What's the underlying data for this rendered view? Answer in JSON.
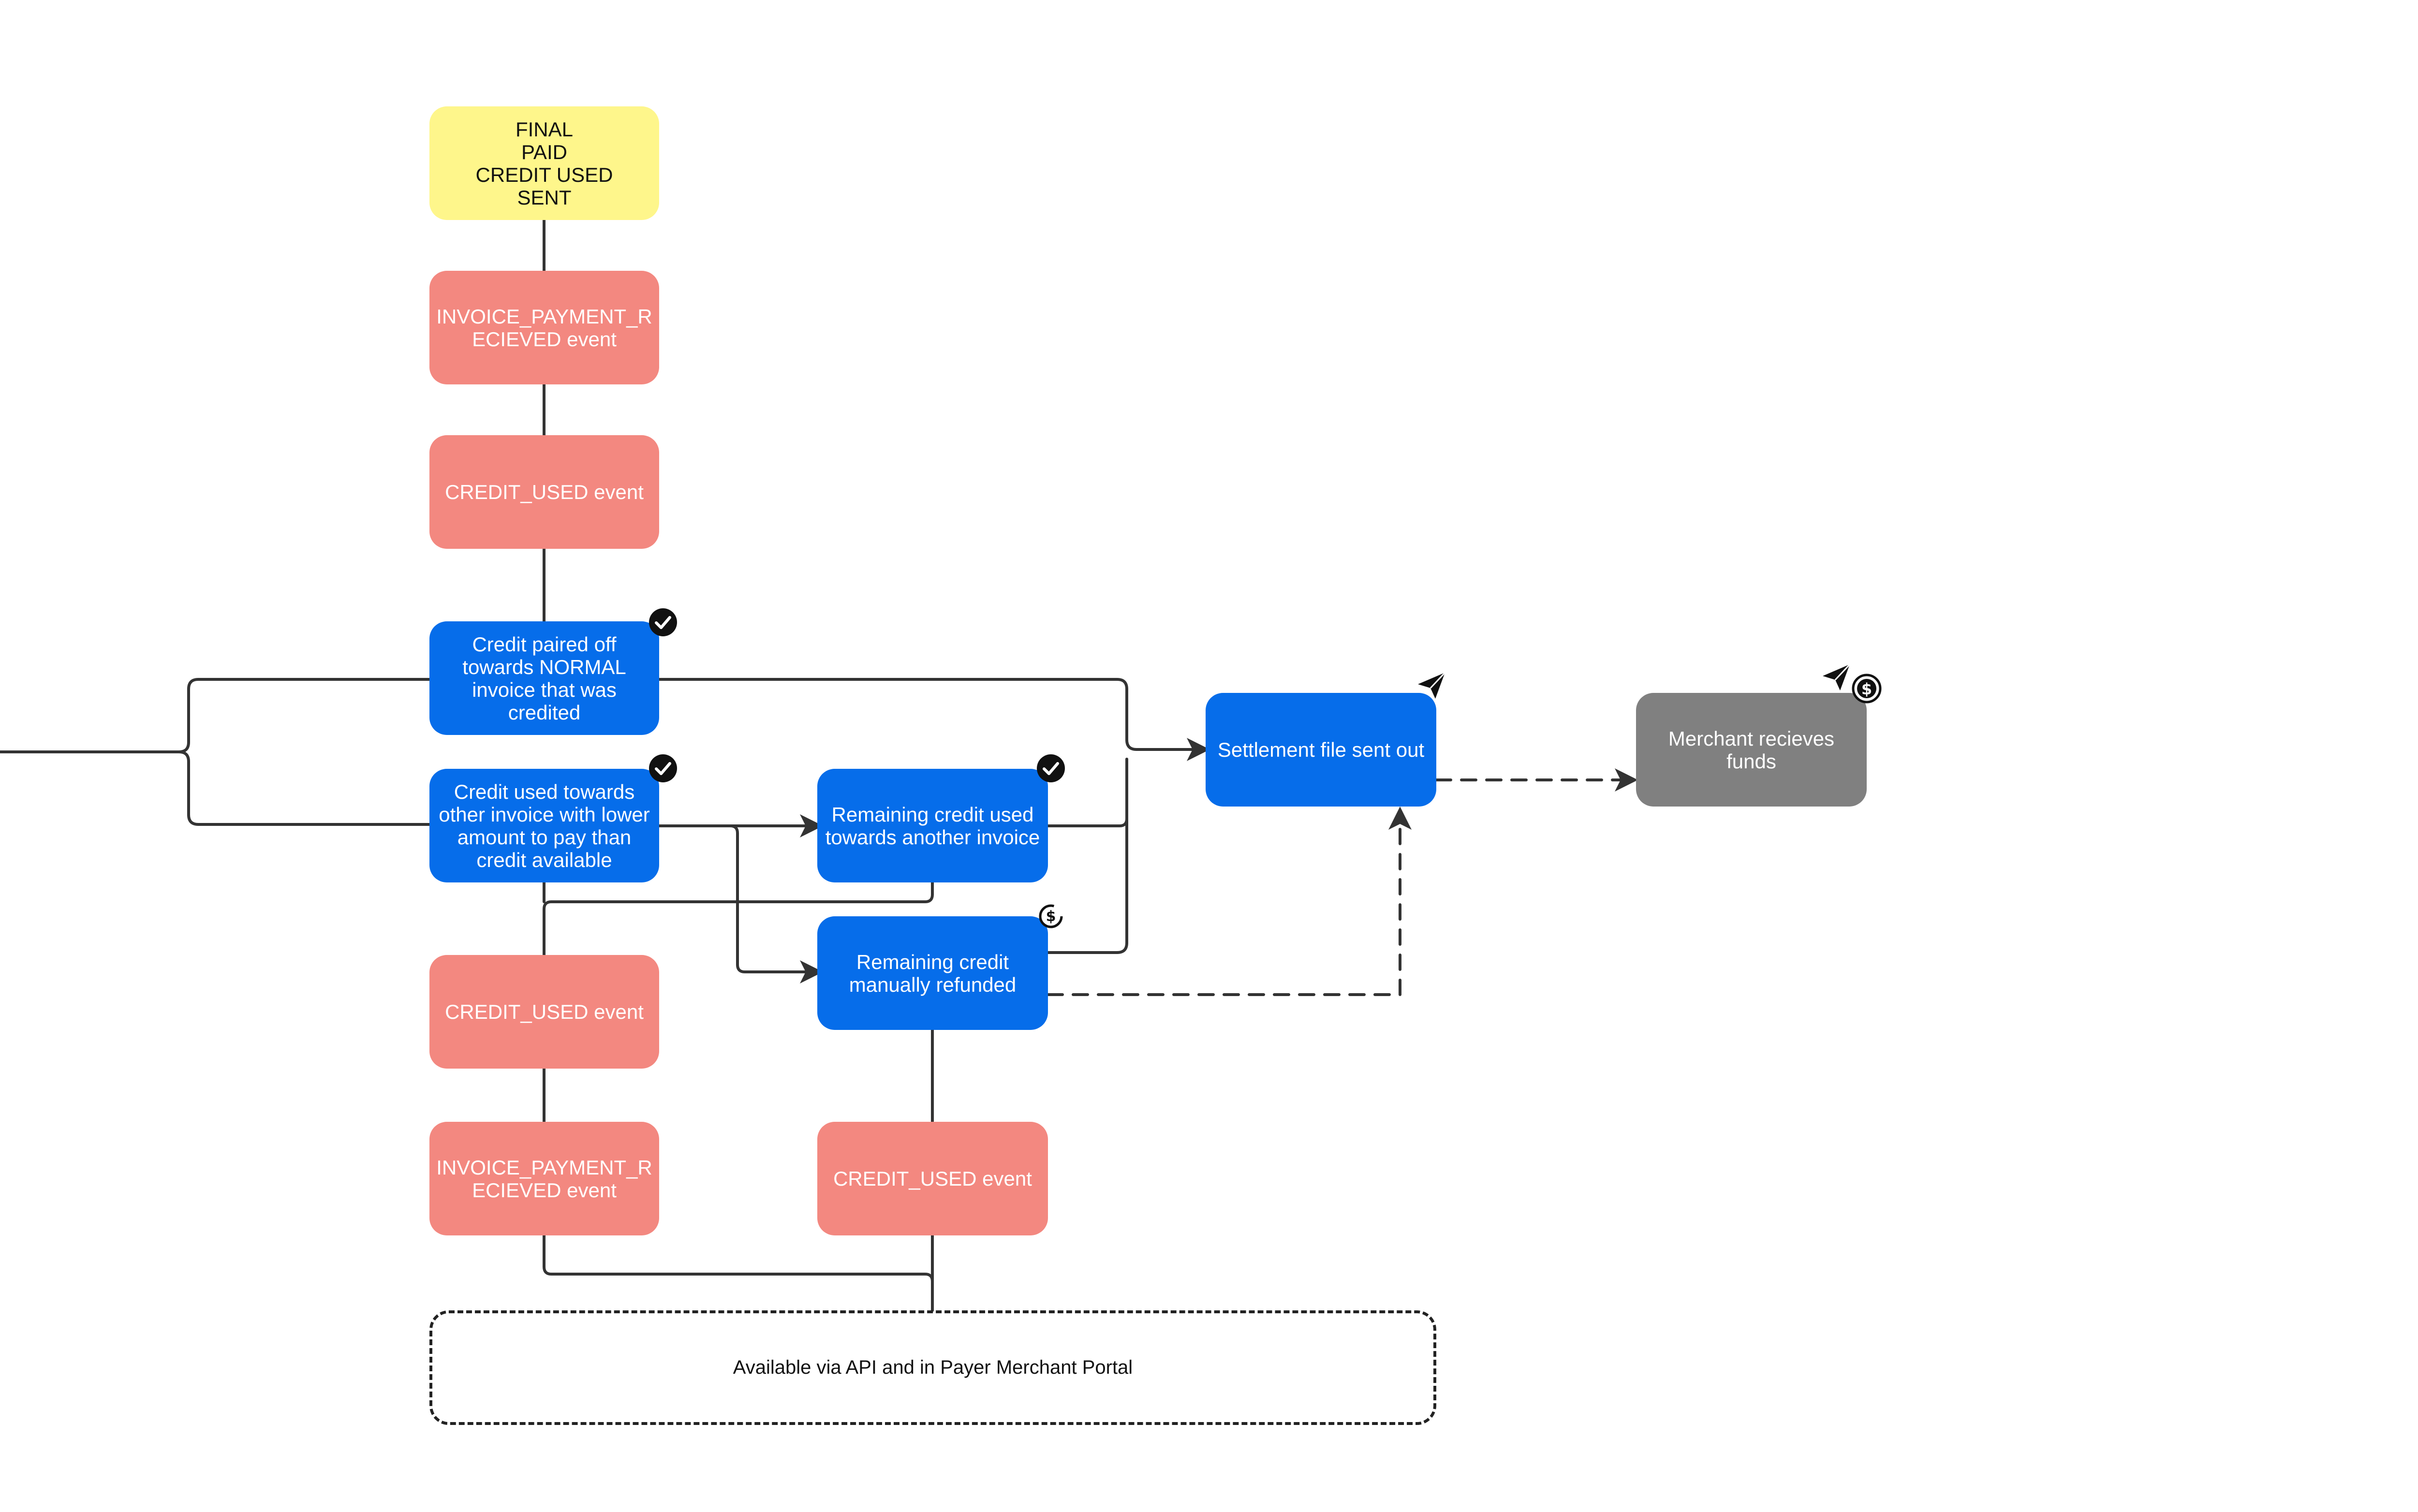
{
  "nodes": {
    "final_state": "FINAL\nPAID\nCREDIT USED\nSENT",
    "invoice_payment_received_top": "INVOICE_PAYMENT_R\nECIEVED event",
    "credit_used_top": "CREDIT_USED event",
    "credit_paired_off": "Credit paired off\ntowards NORMAL\ninvoice that was\ncredited",
    "credit_used_other_invoice": "Credit used towards\nother invoice with lower\namount to pay than\ncredit available",
    "remaining_credit_another_invoice": "Remaining credit used\ntowards another invoice",
    "remaining_credit_refunded": "Remaining credit\nmanually refunded",
    "settlement_file": "Settlement file sent out",
    "merchant_receives_funds": "Merchant recieves\nfunds",
    "credit_used_bottom_left": "CREDIT_USED event",
    "invoice_payment_received_bottom": "INVOICE_PAYMENT_R\nECIEVED event",
    "credit_used_bottom_mid": "CREDIT_USED event",
    "api_portal": "Available via API and in Payer Merchant Portal"
  },
  "icons": [
    "checkmark-icon",
    "checkmark-icon",
    "checkmark-icon",
    "dollar-refund-icon",
    "paper-plane-icon",
    "paper-plane-icon",
    "dollar-icon"
  ],
  "colors": {
    "yellow": "#fef68b",
    "red": "#f38880",
    "blue": "#066dea",
    "grey": "#808080",
    "line": "#333333"
  }
}
